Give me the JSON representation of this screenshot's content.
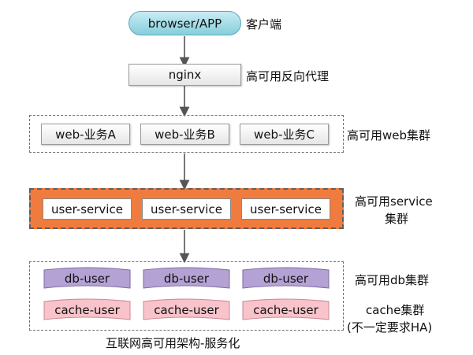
{
  "client": {
    "label": "browser/APP",
    "caption": "客户端"
  },
  "proxy": {
    "label": "nginx",
    "caption": "高可用反向代理"
  },
  "web": {
    "items": [
      "web-业务A",
      "web-业务B",
      "web-业务C"
    ],
    "caption": "高可用web集群"
  },
  "service": {
    "items": [
      "user-service",
      "user-service",
      "user-service"
    ],
    "caption_line1": "高可用service",
    "caption_line2": "集群"
  },
  "db": {
    "items": [
      "db-user",
      "db-user",
      "db-user"
    ],
    "caption": "高可用db集群"
  },
  "cache": {
    "items": [
      "cache-user",
      "cache-user",
      "cache-user"
    ],
    "caption_line1": "cache集群",
    "caption_line2": "(不一定要求HA)"
  },
  "footer": "互联网高可用架构-服务化",
  "colors": {
    "pill": "#86cfdc",
    "service_band": "#f07b3f",
    "db_flag": "#b4a2d4",
    "cache_flag": "#f8c3ca"
  }
}
